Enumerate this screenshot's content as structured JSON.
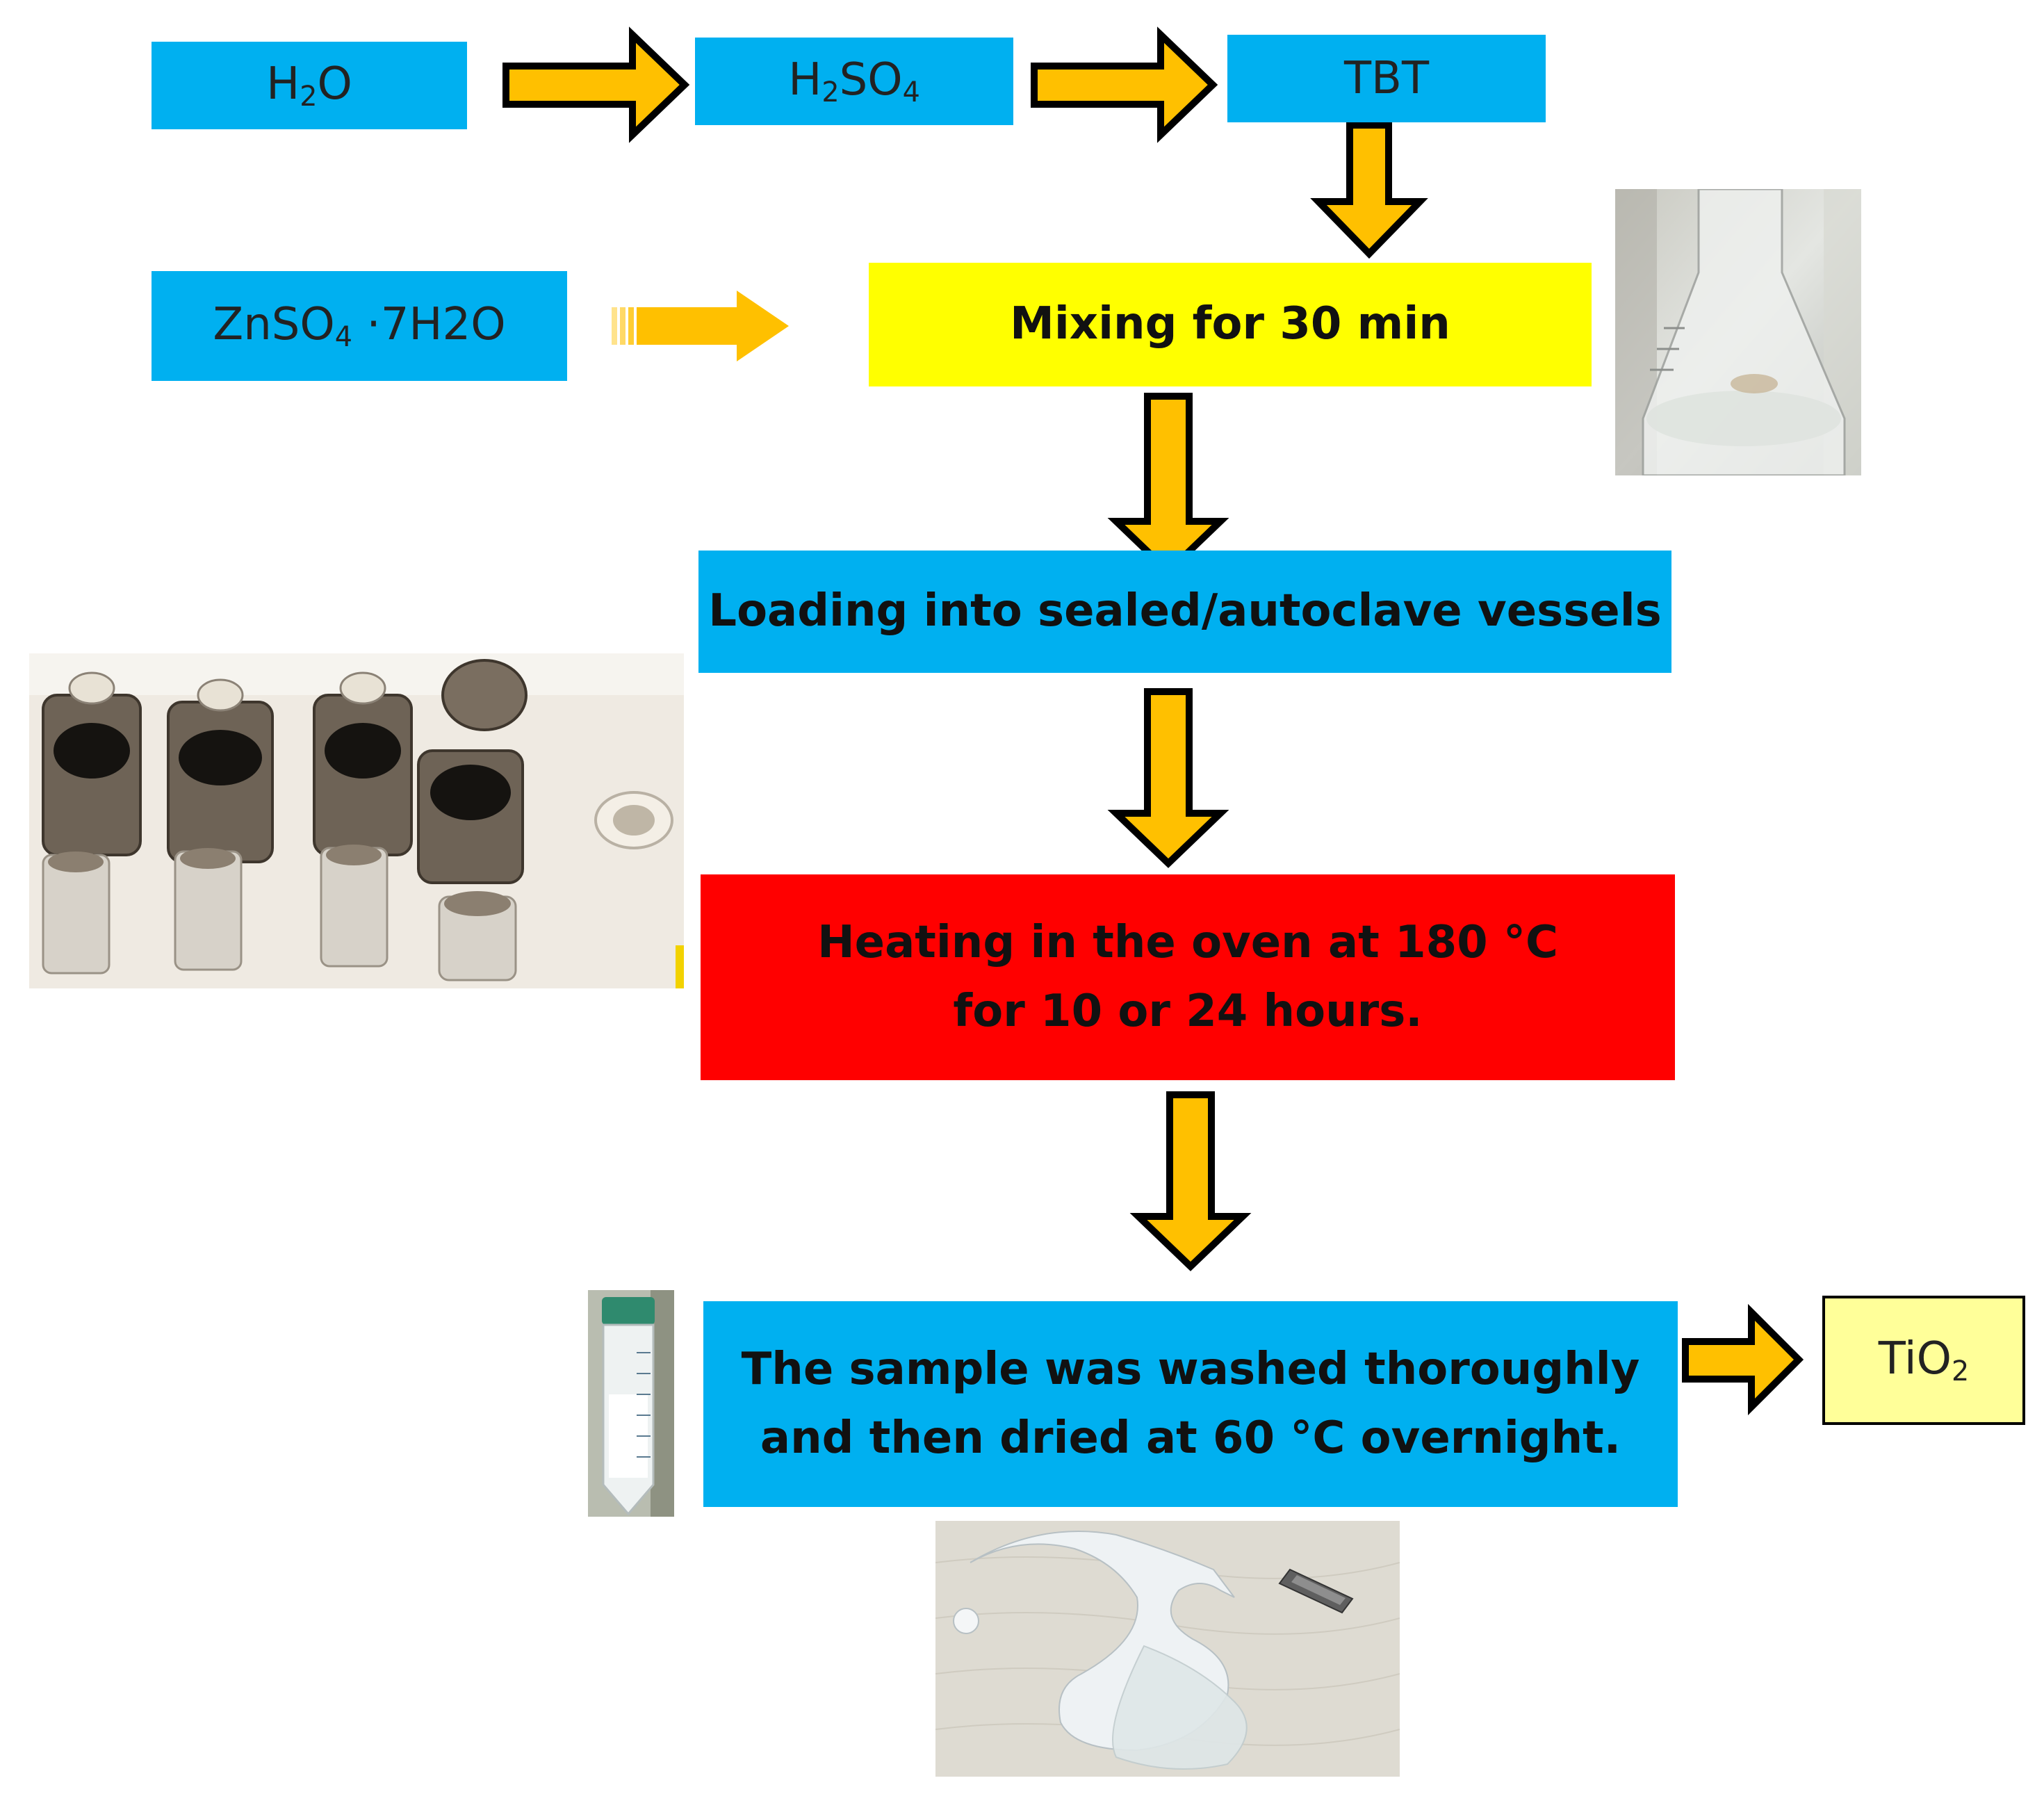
{
  "colors": {
    "box_blue": "#00b0f0",
    "box_yellow": "#ffff00",
    "box_red": "#ff0000",
    "box_light_yellow": "#ffff99",
    "arrow_fill": "#ffc000",
    "arrow_stroke": "#000000"
  },
  "reagents": {
    "water": {
      "base": "H",
      "sub": "2",
      "tail": "O"
    },
    "acid": {
      "base": "H",
      "sub": "2",
      "mid": "SO",
      "sub2": "4"
    },
    "tbt": {
      "label": "TBT"
    },
    "zinc": {
      "base": "ZnSO",
      "sub": "4",
      "tail": " ·7H2O"
    }
  },
  "steps": {
    "mixing": "Mixing for 30 min",
    "loading": "Loading into sealed/autoclave vessels",
    "heating_line1": "Heating in the oven at 180 °C",
    "heating_line2": "for 10 or 24 hours.",
    "washing_line1": "The sample was washed thoroughly",
    "washing_line2": "and then dried at 60 °C overnight."
  },
  "product": {
    "base": "TiO",
    "sub": "2"
  },
  "photos": {
    "flask": "flask-photo",
    "autoclave": "autoclave-vessels-photo",
    "tube": "centrifuge-tube-photo",
    "film": "dried-film-photo"
  }
}
